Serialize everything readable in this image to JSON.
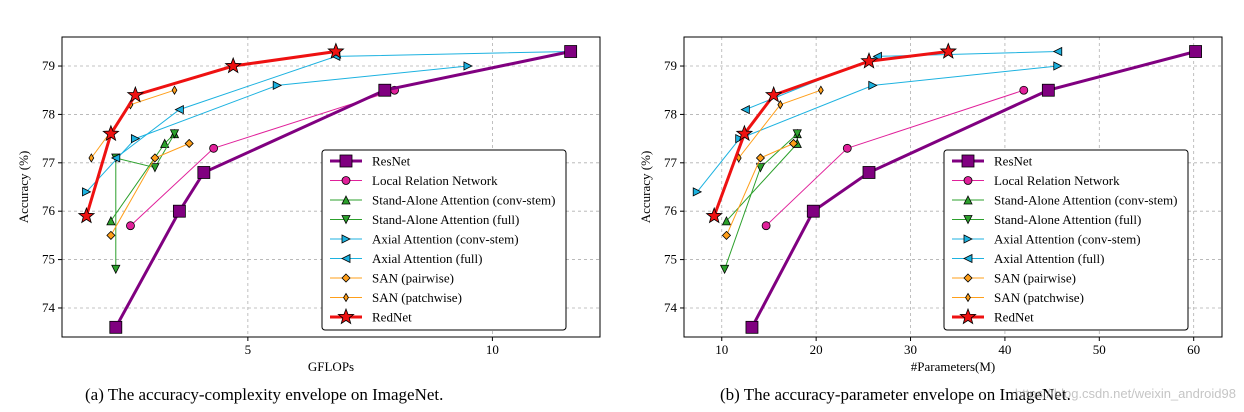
{
  "captions": {
    "a": "(a) The accuracy-complexity envelope on ImageNet.",
    "b": "(b) The accuracy-parameter envelope on ImageNet."
  },
  "watermark": "https://blog.csdn.net/weixin_android98",
  "chart_data": [
    {
      "id": "a",
      "type": "line",
      "xlabel": "GFLOPs",
      "ylabel": "Accuracy (%)",
      "xlim": [
        1.2,
        12.2
      ],
      "ylim": [
        73.4,
        79.6
      ],
      "xticks": [
        5,
        10
      ],
      "yticks": [
        74,
        75,
        76,
        77,
        78,
        79
      ],
      "grid": true,
      "legend_position": "lower-right",
      "series": [
        {
          "name": "ResNet",
          "color": "#800080",
          "marker": "square",
          "lw": 3,
          "points": [
            [
              2.3,
              73.6
            ],
            [
              3.6,
              76.0
            ],
            [
              4.1,
              76.8
            ],
            [
              7.8,
              78.5
            ],
            [
              11.6,
              79.3
            ]
          ]
        },
        {
          "name": "Local Relation Network",
          "color": "#e0209a",
          "marker": "circle",
          "lw": 1,
          "points": [
            [
              2.6,
              75.7
            ],
            [
              4.3,
              77.3
            ],
            [
              8.0,
              78.5
            ]
          ]
        },
        {
          "name": "Stand-Alone Attention (conv-stem)",
          "color": "#2ca02c",
          "marker": "triangle-up",
          "lw": 1,
          "points": [
            [
              2.2,
              75.8
            ],
            [
              3.3,
              77.4
            ],
            [
              3.5,
              77.6
            ]
          ]
        },
        {
          "name": "Stand-Alone Attention (full)",
          "color": "#2ca02c",
          "marker": "triangle-down",
          "lw": 1,
          "points": [
            [
              2.3,
              74.8
            ],
            [
              2.3,
              77.1
            ],
            [
              3.1,
              76.9
            ],
            [
              3.5,
              77.6
            ]
          ]
        },
        {
          "name": "Axial Attention (conv-stem)",
          "color": "#1cb2e0",
          "marker": "triangle-right",
          "lw": 1,
          "points": [
            [
              1.7,
              76.4
            ],
            [
              2.7,
              77.5
            ],
            [
              5.6,
              78.6
            ],
            [
              9.5,
              79.0
            ]
          ]
        },
        {
          "name": "Axial Attention (full)",
          "color": "#1cb2e0",
          "marker": "triangle-left",
          "lw": 1,
          "points": [
            [
              2.3,
              77.1
            ],
            [
              3.6,
              78.1
            ],
            [
              6.8,
              79.2
            ],
            [
              11.6,
              79.3
            ]
          ]
        },
        {
          "name": "SAN (pairwise)",
          "color": "#ff9f1a",
          "marker": "diamond",
          "lw": 1,
          "points": [
            [
              2.2,
              75.5
            ],
            [
              3.1,
              77.1
            ],
            [
              3.8,
              77.4
            ]
          ]
        },
        {
          "name": "SAN (patchwise)",
          "color": "#ff9f1a",
          "marker": "thin-diamond",
          "lw": 1,
          "points": [
            [
              1.8,
              77.1
            ],
            [
              2.6,
              78.2
            ],
            [
              3.5,
              78.5
            ]
          ]
        },
        {
          "name": "RedNet",
          "color": "#ee1111",
          "marker": "star",
          "lw": 3,
          "points": [
            [
              1.7,
              75.9
            ],
            [
              2.2,
              77.6
            ],
            [
              2.7,
              78.4
            ],
            [
              4.7,
              79.0
            ],
            [
              6.8,
              79.3
            ]
          ]
        }
      ]
    },
    {
      "id": "b",
      "type": "line",
      "xlabel": "#Parameters(M)",
      "ylabel": "Accuracy (%)",
      "xlim": [
        6,
        63
      ],
      "ylim": [
        73.4,
        79.6
      ],
      "xticks": [
        10,
        20,
        30,
        40,
        50,
        60
      ],
      "yticks": [
        74,
        75,
        76,
        77,
        78,
        79
      ],
      "grid": true,
      "legend_position": "lower-right",
      "series": [
        {
          "name": "ResNet",
          "color": "#800080",
          "marker": "square",
          "lw": 3,
          "points": [
            [
              13.2,
              73.6
            ],
            [
              19.7,
              76.0
            ],
            [
              25.6,
              76.8
            ],
            [
              44.6,
              78.5
            ],
            [
              60.2,
              79.3
            ]
          ]
        },
        {
          "name": "Local Relation Network",
          "color": "#e0209a",
          "marker": "circle",
          "lw": 1,
          "points": [
            [
              14.7,
              75.7
            ],
            [
              23.3,
              77.3
            ],
            [
              42.0,
              78.5
            ]
          ]
        },
        {
          "name": "Stand-Alone Attention (conv-stem)",
          "color": "#2ca02c",
          "marker": "triangle-up",
          "lw": 1,
          "points": [
            [
              10.5,
              75.8
            ],
            [
              18.0,
              77.4
            ],
            [
              18.0,
              77.6
            ]
          ]
        },
        {
          "name": "Stand-Alone Attention (full)",
          "color": "#2ca02c",
          "marker": "triangle-down",
          "lw": 1,
          "points": [
            [
              10.3,
              74.8
            ],
            [
              14.1,
              76.9
            ],
            [
              18.0,
              77.6
            ]
          ]
        },
        {
          "name": "Axial Attention (conv-stem)",
          "color": "#1cb2e0",
          "marker": "triangle-right",
          "lw": 1,
          "points": [
            [
              7.4,
              76.4
            ],
            [
              11.9,
              77.5
            ],
            [
              26.0,
              78.6
            ],
            [
              45.6,
              79.0
            ]
          ]
        },
        {
          "name": "Axial Attention (full)",
          "color": "#1cb2e0",
          "marker": "triangle-left",
          "lw": 1,
          "points": [
            [
              12.5,
              78.1
            ],
            [
              26.5,
              79.2
            ],
            [
              45.6,
              79.3
            ]
          ]
        },
        {
          "name": "SAN (pairwise)",
          "color": "#ff9f1a",
          "marker": "diamond",
          "lw": 1,
          "points": [
            [
              10.5,
              75.5
            ],
            [
              14.1,
              77.1
            ],
            [
              17.6,
              77.4
            ]
          ]
        },
        {
          "name": "SAN (patchwise)",
          "color": "#ff9f1a",
          "marker": "thin-diamond",
          "lw": 1,
          "points": [
            [
              11.8,
              77.1
            ],
            [
              16.2,
              78.2
            ],
            [
              20.5,
              78.5
            ]
          ]
        },
        {
          "name": "RedNet",
          "color": "#ee1111",
          "marker": "star",
          "lw": 3,
          "points": [
            [
              9.2,
              75.9
            ],
            [
              12.4,
              77.6
            ],
            [
              15.5,
              78.4
            ],
            [
              25.6,
              79.1
            ],
            [
              34.0,
              79.3
            ]
          ]
        }
      ]
    }
  ]
}
